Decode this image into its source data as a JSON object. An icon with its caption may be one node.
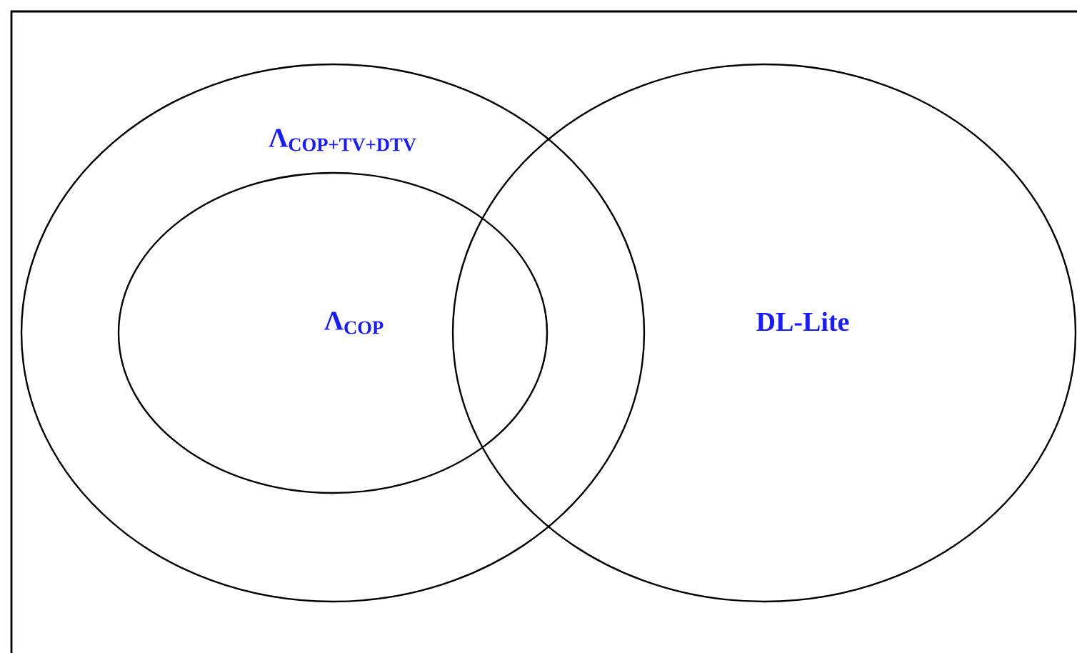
{
  "diagram": {
    "nodes": [
      {
        "text": [
          "Λ$_{COP+TV+DTV}$"
        ]
      },
      {
        "text": [
          "Λ$_{COP}$"
        ],
        "in": 0
      },
      {
        "text": [
          "DL-Lite"
        ]
      }
    ]
  }
}
